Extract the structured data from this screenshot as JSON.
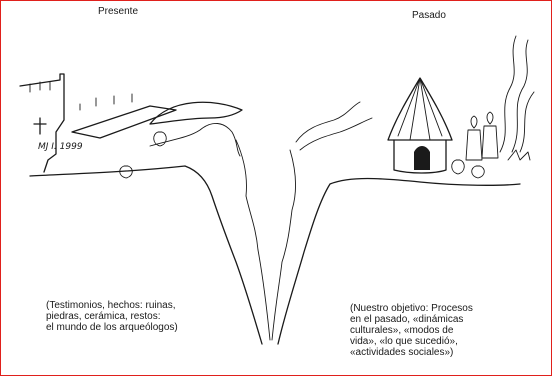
{
  "diagram": {
    "left_title": "Presente",
    "right_title": "Pasado",
    "left_caption": [
      "(Testimonios, hechos: ruinas,",
      "piedras, cerámica, restos:",
      "el mundo de los arqueólogos)"
    ],
    "right_caption": [
      "(Nuestro objetivo: Procesos",
      "en el pasado, «dinámicas",
      "culturales», «modos de",
      "vida», «lo que sucedió»,",
      "«actividades sociales»)"
    ],
    "signature": "MJ I. 1999"
  },
  "colors": {
    "frame": "#e0201c",
    "ink": "#1a1a1a"
  }
}
